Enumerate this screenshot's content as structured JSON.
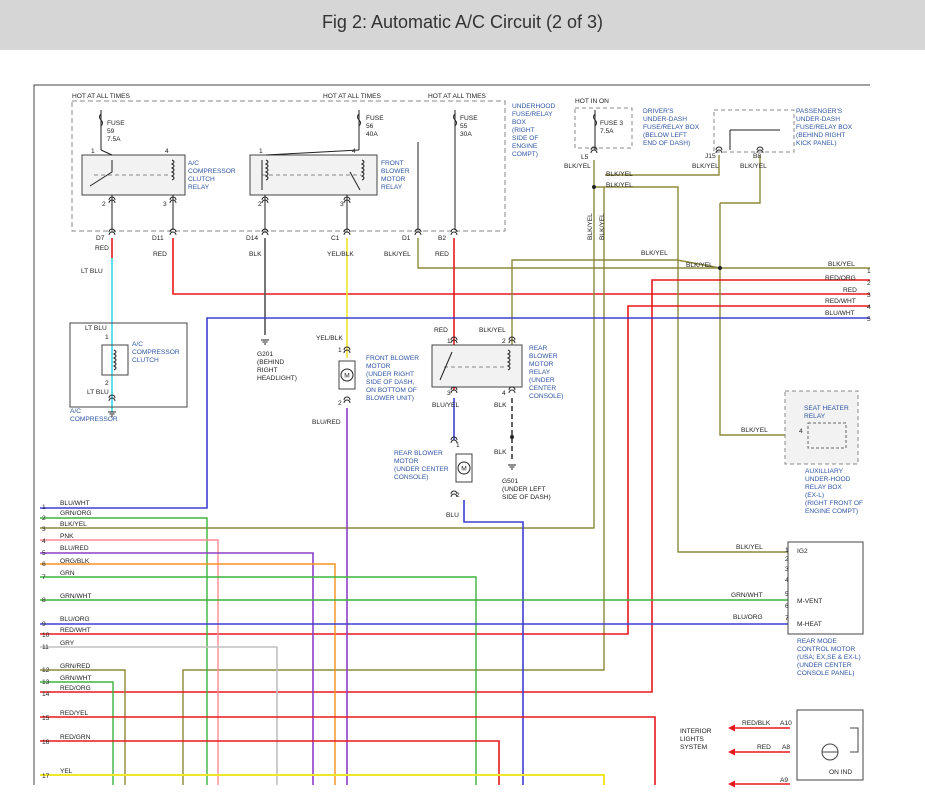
{
  "header": {
    "title": "Fig 2: Automatic A/C Circuit (2 of 3)"
  },
  "colors": {
    "red": "#e8191d",
    "blue": "#3f3fd2",
    "blk": "#555555",
    "yel": "#f0e62a",
    "olive": "#8d8a3a",
    "green": "#3cb33c",
    "ltblu": "#38d6e6",
    "pnk": "#ff8c98",
    "orange": "#f7921e",
    "purple": "#8d3fc6",
    "gray": "#c0c0c0",
    "callout": "#2f55a4"
  },
  "diagram": {
    "hot1": "HOT AT ALL TIMES",
    "hot2": "HOT AT ALL TIMES",
    "hot3": "HOT AT ALL TIMES",
    "fuse59": [
      "FUSE",
      "59",
      "7.5A"
    ],
    "fuse56": [
      "FUSE",
      "56",
      "40A"
    ],
    "fuse55": [
      "FUSE",
      "55",
      "30A"
    ],
    "underhood": [
      "UNDERHOOD",
      "FUSE/RELAY",
      "BOX",
      "(RIGHT",
      "SIDE OF",
      "ENGINE",
      "COMPT)"
    ],
    "acrelay": [
      "A/C",
      "COMPRESSOR",
      "CLUTCH",
      "RELAY"
    ],
    "fbrelay": [
      "FRONT",
      "BLOWER",
      "MOTOR",
      "RELAY"
    ],
    "hotinon": "HOT IN ON",
    "fuse3": [
      "FUSE 3",
      "7.5A"
    ],
    "driverbox": [
      "DRIVER'S",
      "UNDER-DASH",
      "FUSE/RELAY BOX",
      "(BELOW LEFT",
      "END OF DASH)"
    ],
    "passbox": [
      "PASSENGER'S",
      "UNDER-DASH",
      "FUSE/RELAY BOX",
      "(BEHIND RIGHT",
      "KICK PANEL)"
    ],
    "pins": {
      "p1": "1",
      "p2": "2",
      "p3": "3",
      "p4": "4",
      "p5": "5",
      "p6": "6",
      "p7": "7",
      "d7": "D7",
      "d11": "D11",
      "d14": "D14",
      "c1": "C1",
      "d1": "D1",
      "b2": "B2",
      "l5": "L5",
      "j15": "J15",
      "b8": "B8",
      "a10": "A10",
      "a8": "A8",
      "a9": "A9"
    },
    "wires": {
      "red": "RED",
      "ltblu": "LT BLU",
      "blk": "BLK",
      "yelblk": "YEL/BLK",
      "blkyel": "BLK/YEL",
      "bluyel": "BLU/YEL",
      "blured": "BLU/RED",
      "blu": "BLU",
      "redorg": "RED/ORG",
      "redwht": "RED/WHT",
      "bluwht": "BLU/WHT",
      "grnorg": "GRN/ORG",
      "pnk": "PNK",
      "orgblk": "ORG/BLK",
      "grn": "GRN",
      "grnwht": "GRN/WHT",
      "bluorg": "BLU/ORG",
      "gry": "GRY",
      "grnred": "GRN/RED",
      "redyel": "RED/YEL",
      "redgrn": "RED/GRN",
      "yel": "YEL",
      "redblk": "RED/BLK"
    },
    "clutch": [
      "A/C",
      "COMPRESSOR",
      "CLUTCH"
    ],
    "compressor": [
      "A/C",
      "COMPRESSOR"
    ],
    "g201": [
      "G201",
      "(BEHIND",
      "RIGHT",
      "HEADLIGHT)"
    ],
    "fbmotor": [
      "FRONT BLOWER",
      "MOTOR",
      "(UNDER RIGHT",
      "SIDE OF DASH,",
      "ON BOTTOM OF",
      "BLOWER UNIT)"
    ],
    "rbrelay": [
      "REAR",
      "BLOWER",
      "MOTOR",
      "RELAY",
      "(UNDER",
      "CENTER",
      "CONSOLE)"
    ],
    "rbmotor": [
      "REAR BLOWER",
      "MOTOR",
      "(UNDER CENTER",
      "CONSOLE)"
    ],
    "g501": [
      "G501",
      "(UNDER LEFT",
      "SIDE OF DASH)"
    ],
    "seatrelay": [
      "SEAT HEATER",
      "RELAY"
    ],
    "auxbox": [
      "AUXILLIARY",
      "UNDER-HOOD",
      "RELAY BOX",
      "(EX-L)",
      "(RIGHT FRONT OF",
      "ENGINE COMPT)"
    ],
    "modemotor": [
      "REAR MODE",
      "CONTROL MOTOR",
      "(USA; EX,SE & EX-L)",
      "(UNDER CENTER",
      "CONSOLE PANEL)"
    ],
    "ig2": "IG2",
    "mvent": "M-VENT",
    "mheat": "M-HEAT",
    "interior": [
      "INTERIOR",
      "LIGHTS",
      "SYSTEM"
    ],
    "onind": "ON IND",
    "motor": "M",
    "leftnums": [
      "1",
      "2",
      "3",
      "4",
      "5",
      "6",
      "7",
      "8",
      "9",
      "10",
      "11",
      "12",
      "13",
      "14",
      "15",
      "16",
      "17"
    ],
    "rightnums": [
      "1",
      "2",
      "3",
      "4",
      "5"
    ]
  }
}
